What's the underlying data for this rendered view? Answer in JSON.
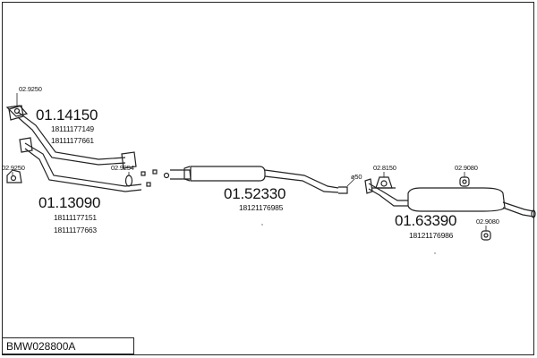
{
  "diagram_code": "BMW028800A",
  "parts": [
    {
      "part_no": "01.14150",
      "refs": [
        "18111177149",
        "18111177661"
      ]
    },
    {
      "part_no": "01.13090",
      "refs": [
        "18111177151",
        "18111177663"
      ]
    },
    {
      "part_no": "01.52330",
      "refs": [
        "18121176985"
      ]
    },
    {
      "part_no": "01.63390",
      "refs": [
        "18121176986"
      ]
    }
  ],
  "fittings": [
    "02.9250",
    "02.9250",
    "02.9254",
    "02.8150",
    "02.9080",
    "02.9080"
  ],
  "pipe_diameter": "ø50",
  "colors": {
    "line": "#222222",
    "background": "#ffffff"
  }
}
